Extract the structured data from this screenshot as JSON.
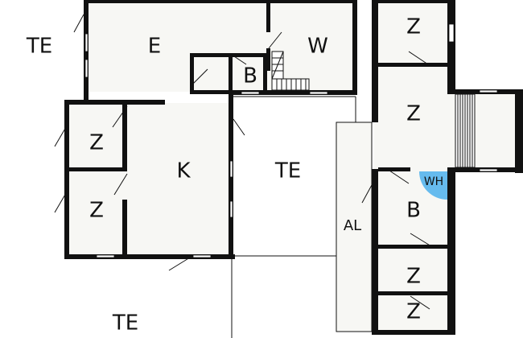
{
  "colors": {
    "wall": "#111111",
    "floor": "#f7f7f4",
    "water_heater": "#66bbee"
  },
  "rooms": {
    "te_top_left": "TE",
    "e": "E",
    "w": "W",
    "b_top": "B",
    "z_top_right_1": "Z",
    "z_top_right_2": "Z",
    "z_left_1": "Z",
    "z_left_2": "Z",
    "k": "K",
    "te_center": "TE",
    "al": "AL",
    "wh": "WH",
    "b_right": "B",
    "z_bottom_right_1": "Z",
    "z_bottom_right_2": "Z",
    "te_bottom": "TE"
  }
}
